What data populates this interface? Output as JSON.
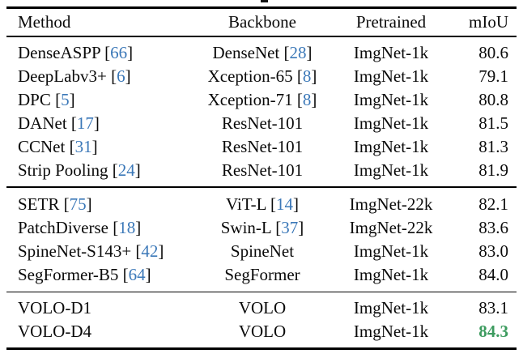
{
  "colors": {
    "citation": "#3b78b8",
    "highlight": "#3d9b5f",
    "text": "#0a0a0a",
    "rule": "#000000"
  },
  "caption_fragment_visible": true,
  "table": {
    "columns": [
      "Method",
      "Backbone",
      "Pretrained",
      "mIoU"
    ],
    "groups": [
      {
        "rows": [
          {
            "method": {
              "text": "DenseASPP",
              "cite": "66"
            },
            "backbone": {
              "text": "DenseNet",
              "cite": "28"
            },
            "pretrained": "ImgNet-1k",
            "miou": "80.6",
            "highlight": false
          },
          {
            "method": {
              "text": "DeepLabv3+",
              "cite": "6"
            },
            "backbone": {
              "text": "Xception-65",
              "cite": "8"
            },
            "pretrained": "ImgNet-1k",
            "miou": "79.1",
            "highlight": false
          },
          {
            "method": {
              "text": "DPC",
              "cite": "5"
            },
            "backbone": {
              "text": "Xception-71",
              "cite": "8"
            },
            "pretrained": "ImgNet-1k",
            "miou": "80.8",
            "highlight": false
          },
          {
            "method": {
              "text": "DANet",
              "cite": "17"
            },
            "backbone": {
              "text": "ResNet-101",
              "cite": null
            },
            "pretrained": "ImgNet-1k",
            "miou": "81.5",
            "highlight": false
          },
          {
            "method": {
              "text": "CCNet",
              "cite": "31"
            },
            "backbone": {
              "text": "ResNet-101",
              "cite": null
            },
            "pretrained": "ImgNet-1k",
            "miou": "81.3",
            "highlight": false
          },
          {
            "method": {
              "text": "Strip Pooling",
              "cite": "24"
            },
            "backbone": {
              "text": "ResNet-101",
              "cite": null
            },
            "pretrained": "ImgNet-1k",
            "miou": "81.9",
            "highlight": false
          }
        ]
      },
      {
        "rows": [
          {
            "method": {
              "text": "SETR",
              "cite": "75"
            },
            "backbone": {
              "text": "ViT-L",
              "cite": "14"
            },
            "pretrained": "ImgNet-22k",
            "miou": "82.1",
            "highlight": false
          },
          {
            "method": {
              "text": "PatchDiverse",
              "cite": "18"
            },
            "backbone": {
              "text": "Swin-L",
              "cite": "37"
            },
            "pretrained": "ImgNet-22k",
            "miou": "83.6",
            "highlight": false
          },
          {
            "method": {
              "text": "SpineNet-S143+",
              "cite": "42"
            },
            "backbone": {
              "text": "SpineNet",
              "cite": null
            },
            "pretrained": "ImgNet-1k",
            "miou": "83.0",
            "highlight": false
          },
          {
            "method": {
              "text": "SegFormer-B5",
              "cite": "64"
            },
            "backbone": {
              "text": "SegFormer",
              "cite": null
            },
            "pretrained": "ImgNet-1k",
            "miou": "84.0",
            "highlight": false
          }
        ]
      },
      {
        "rows": [
          {
            "method": {
              "text": "VOLO-D1",
              "cite": null
            },
            "backbone": {
              "text": "VOLO",
              "cite": null
            },
            "pretrained": "ImgNet-1k",
            "miou": "83.1",
            "highlight": false
          },
          {
            "method": {
              "text": "VOLO-D4",
              "cite": null
            },
            "backbone": {
              "text": "VOLO",
              "cite": null
            },
            "pretrained": "ImgNet-1k",
            "miou": "84.3",
            "highlight": true
          }
        ]
      }
    ]
  }
}
